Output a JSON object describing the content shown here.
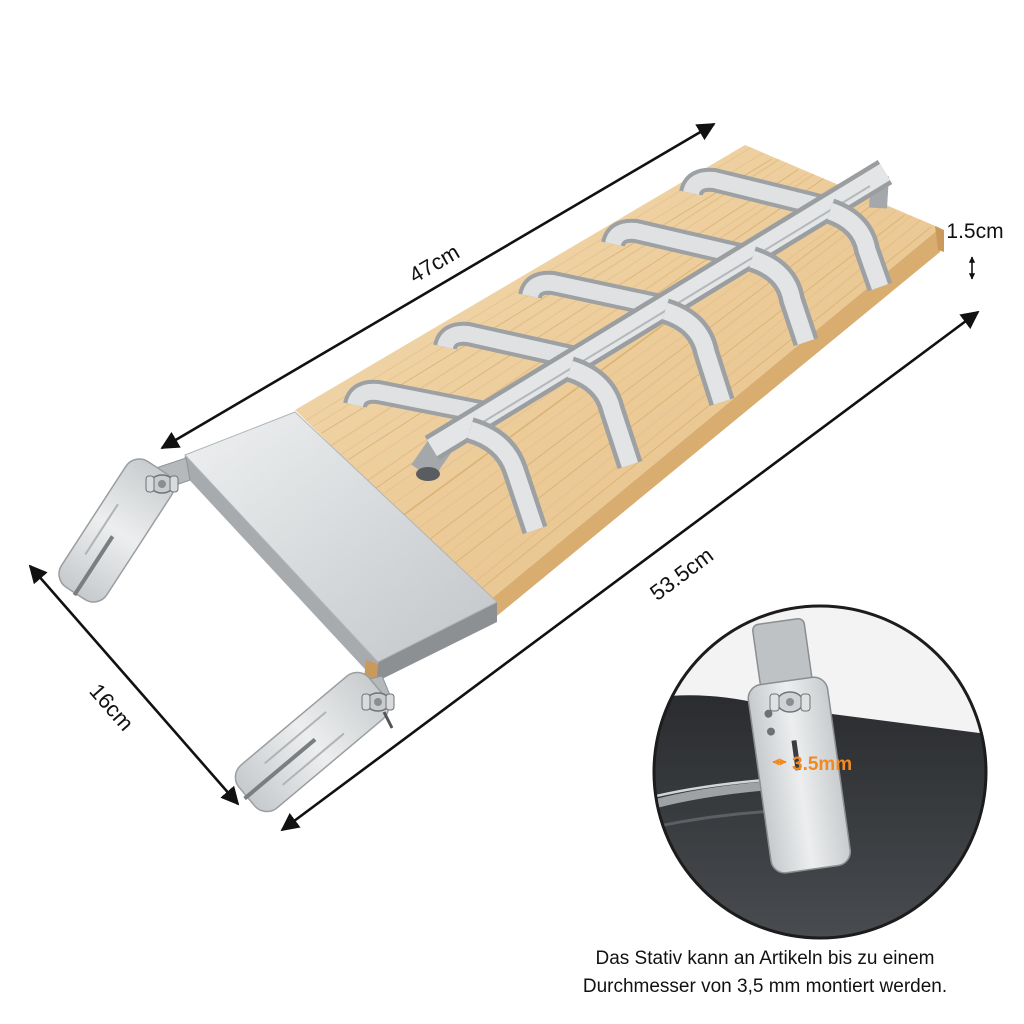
{
  "dimensions": {
    "top_length": "47cm",
    "thickness": "1.5cm",
    "bottom_length": "53.5cm",
    "width": "16cm"
  },
  "inset": {
    "gap_label": "3.5mm"
  },
  "caption": {
    "line1": "Das Stativ kann an Artikeln bis zu einem",
    "line2": "Durchmesser von 3,5 mm montiert werden."
  },
  "colors": {
    "label": "#111111",
    "gap_highlight": "#f28a22",
    "wood": "#eccb98",
    "steel": "#d6d9db"
  }
}
